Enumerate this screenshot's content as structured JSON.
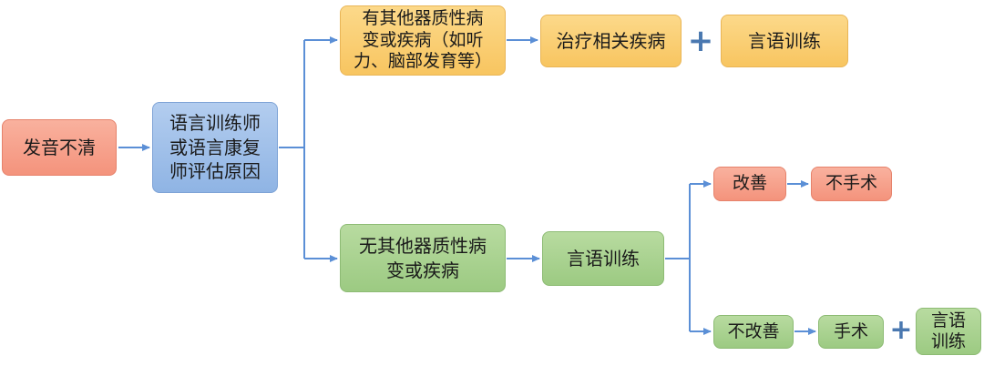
{
  "nodes": {
    "unclear_speech": "发音不清",
    "assess": "语言训练师\n或语言康复\n师评估原因",
    "organic_yes": "有其他器质性病\n变或疾病（如听\n力、脑部发育等）",
    "treat_disease": "治疗相关疾病",
    "speech_training_top": "言语训练",
    "organic_no": "无其他器质性病\n变或疾病",
    "speech_training_mid": "言语训练",
    "improved": "改善",
    "no_surgery": "不手术",
    "not_improved": "不改善",
    "surgery": "手术",
    "speech_training_bottom": "言语\n训练"
  },
  "symbols": {
    "plus_top": "+",
    "plus_bottom": "+"
  },
  "colors": {
    "red": "#f4937c",
    "blue": "#8fb4e4",
    "yellow": "#f8c560",
    "green": "#9cca82",
    "arrow": "#5b8fd6"
  }
}
